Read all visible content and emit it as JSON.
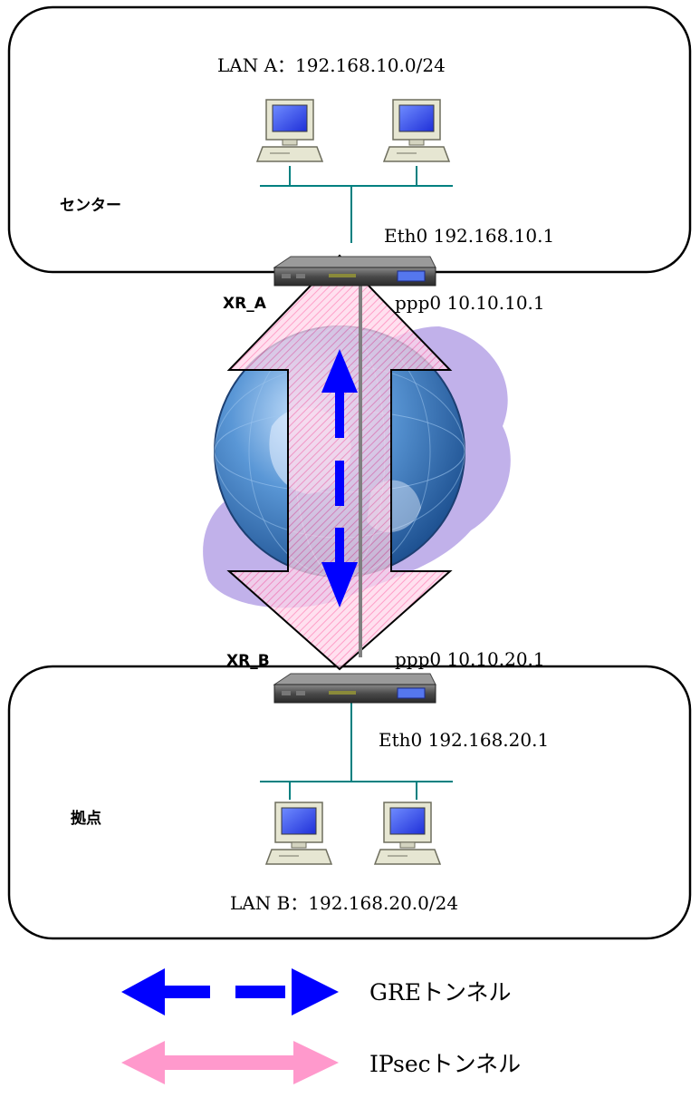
{
  "colors": {
    "gre_arrow": "#0000ff",
    "ipsec_arrow": "#ff99cc",
    "lan_line": "#008080",
    "tunnel_line": "#808080",
    "globe": "#4a86c5",
    "cloud": "#b0a0e0"
  },
  "center_site": {
    "name": "センター",
    "lan_label": "LAN A：192.168.10.0/24",
    "eth_label": "Eth0 192.168.10.1",
    "router_name": "XR_A",
    "ppp_label": "ppp0 10.10.10.1"
  },
  "branch_site": {
    "name": "拠点",
    "lan_label": "LAN B：192.168.20.0/24",
    "eth_label": "Eth0 192.168.20.1",
    "router_name": "XR_B",
    "ppp_label": "ppp0 10.10.20.1"
  },
  "legend": {
    "gre_label": "GREトンネル",
    "ipsec_label": "IPsecトンネル"
  }
}
